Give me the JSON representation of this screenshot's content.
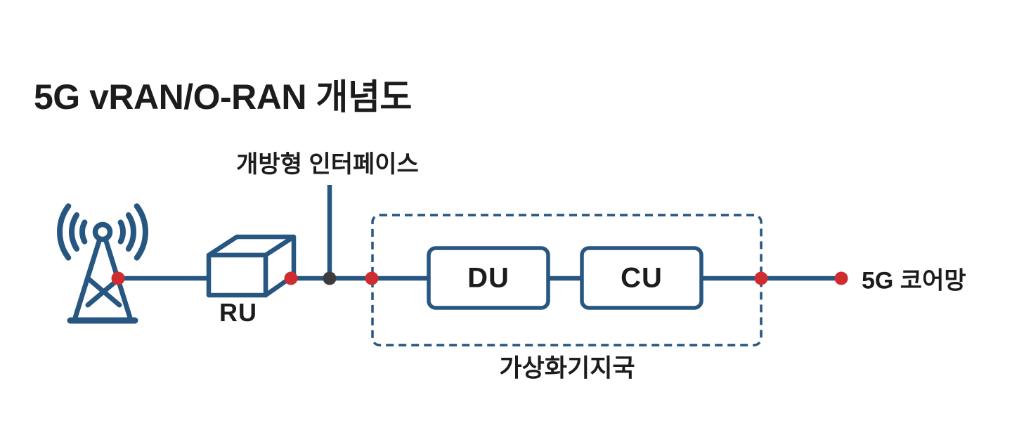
{
  "title": "5G vRAN/O-RAN 개념도",
  "labels": {
    "open_interface": "개방형 인터페이스",
    "virtual_base_station": "가상화기지국",
    "core_network": "5G 코어망"
  },
  "nodes": {
    "ru": "RU",
    "du": "DU",
    "cu": "CU"
  },
  "icons": {
    "antenna": "cell-tower-with-radio-waves",
    "ru_unit": "3d-box",
    "open_interface_marker": "junction-dot",
    "connection_marker": "red-dot"
  },
  "theme": {
    "line_blue": "#275681",
    "accent_red": "#ce2c2f",
    "junction_gray": "#3c3c3e",
    "text_dark": "#1c1c1e",
    "bg": "#ffffff"
  }
}
